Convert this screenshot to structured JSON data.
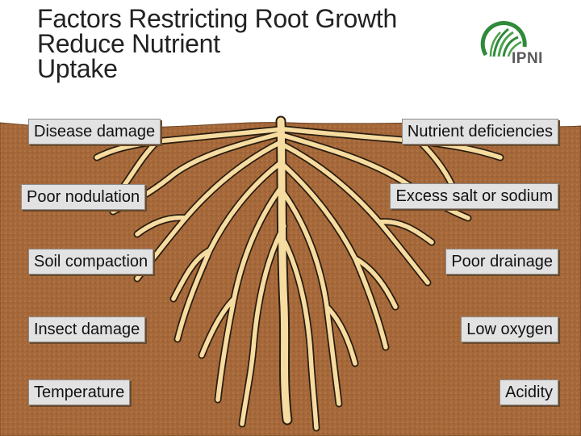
{
  "title": {
    "lines": [
      "Factors Restricting Root Growth",
      "Reduce Nutrient",
      "Uptake"
    ]
  },
  "logo": {
    "text": "IPNI",
    "color": "#2f8a3a"
  },
  "labels": {
    "left": [
      "Disease damage",
      "Poor nodulation",
      "Soil compaction",
      "Insect damage",
      "Temperature"
    ],
    "right": [
      "Nutrient deficiencies",
      "Excess salt or sodium",
      "Poor drainage",
      "Low oxygen",
      "Acidity"
    ]
  },
  "colors": {
    "soil": "#a5683a",
    "root": "#f6dca0",
    "root_outline": "#2a1d10",
    "label_bg": "#e2e2e2"
  }
}
